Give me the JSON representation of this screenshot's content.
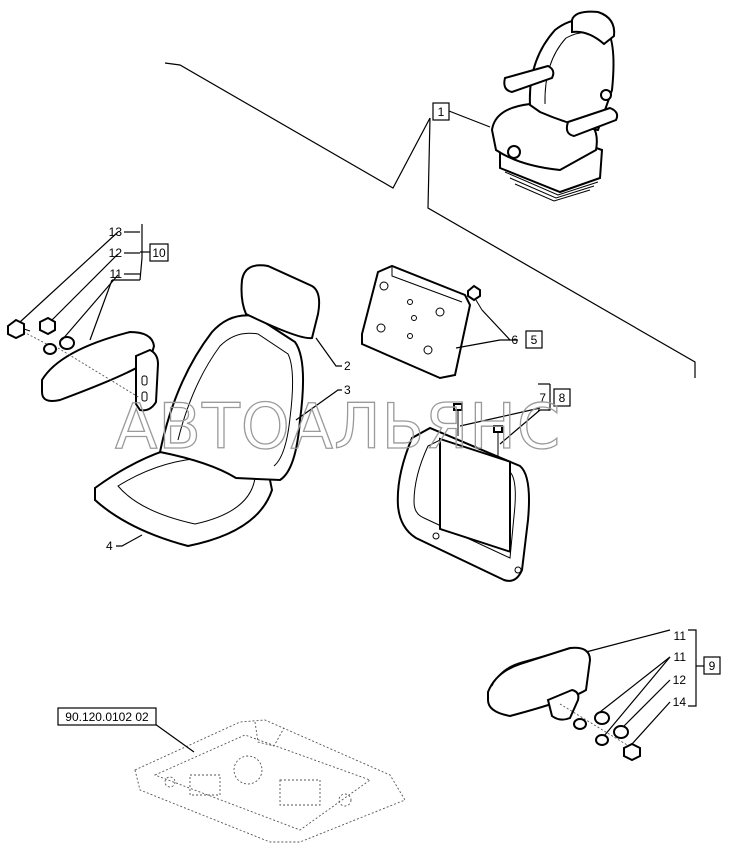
{
  "watermark": "АВТОАЛЬЯНС",
  "reference_label": "90.120.0102 02",
  "callouts": {
    "c1": "1",
    "c2": "2",
    "c3": "3",
    "c4": "4",
    "c5": "5",
    "c6": "6",
    "c7": "7",
    "c8": "8",
    "c9": "9",
    "c10": "10",
    "c11_left": "11",
    "c12_left": "12",
    "c13_left": "13",
    "c11_right_a": "11",
    "c11_right_b": "11",
    "c12_right": "12",
    "c14_right": "14"
  }
}
